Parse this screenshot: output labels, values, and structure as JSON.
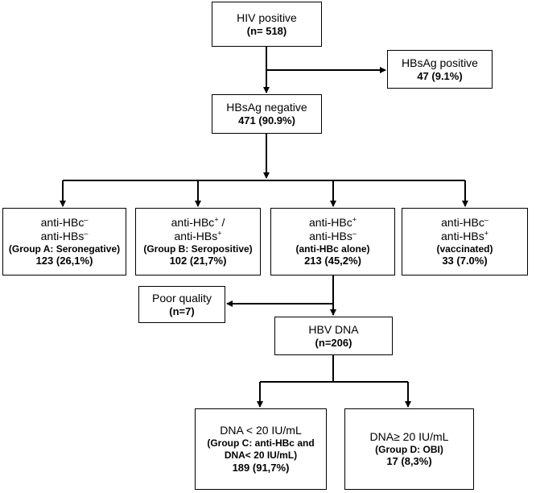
{
  "flowchart": {
    "root": {
      "title": "HIV positive",
      "count": "(n= 518)"
    },
    "hbsag_pos": {
      "title": "HBsAg positive",
      "count": "47 (9.1%)"
    },
    "hbsag_neg": {
      "title": "HBsAg negative",
      "count": "471 (90.9%)"
    },
    "group_a": {
      "l1": "anti-HBc",
      "l1s": "–",
      "l2": "anti-HBs",
      "l2s": "–",
      "group": "(Group A: Seronegative)",
      "count": "123 (26,1%)"
    },
    "group_b": {
      "l1": "anti-HBc",
      "l1s": "+",
      "l1t": " /",
      "l2": "anti-HBs",
      "l2s": "+",
      "group": "(Group B: Seropositive)",
      "count": "102 (21,7%)"
    },
    "anti_hbc_alone": {
      "l1": "anti-HBc",
      "l1s": "+",
      "l2": "anti-HBs",
      "l2s": "–",
      "group": "(anti-HBc alone)",
      "count": "213 (45,2%)"
    },
    "vaccinated": {
      "l1": "anti-HBc",
      "l1s": "–",
      "l2": "anti-HBs",
      "l2s": "+",
      "group": "(vaccinated)",
      "count": "33 (7.0%)"
    },
    "poor_quality": {
      "title": "Poor quality",
      "count": "(n=7)"
    },
    "hbv_dna": {
      "title": "HBV DNA",
      "count": "(n=206)"
    },
    "group_c": {
      "title": "DNA < 20 IU/mL",
      "group1": "(Group C: anti-HBc and",
      "group2": "DNA< 20 IU/mL)",
      "count": "189 (91,7%)"
    },
    "group_d": {
      "title": "DNA≥ 20 IU/mL",
      "group": "(Group D: OBI)",
      "count": "17 (8,3%)"
    }
  }
}
